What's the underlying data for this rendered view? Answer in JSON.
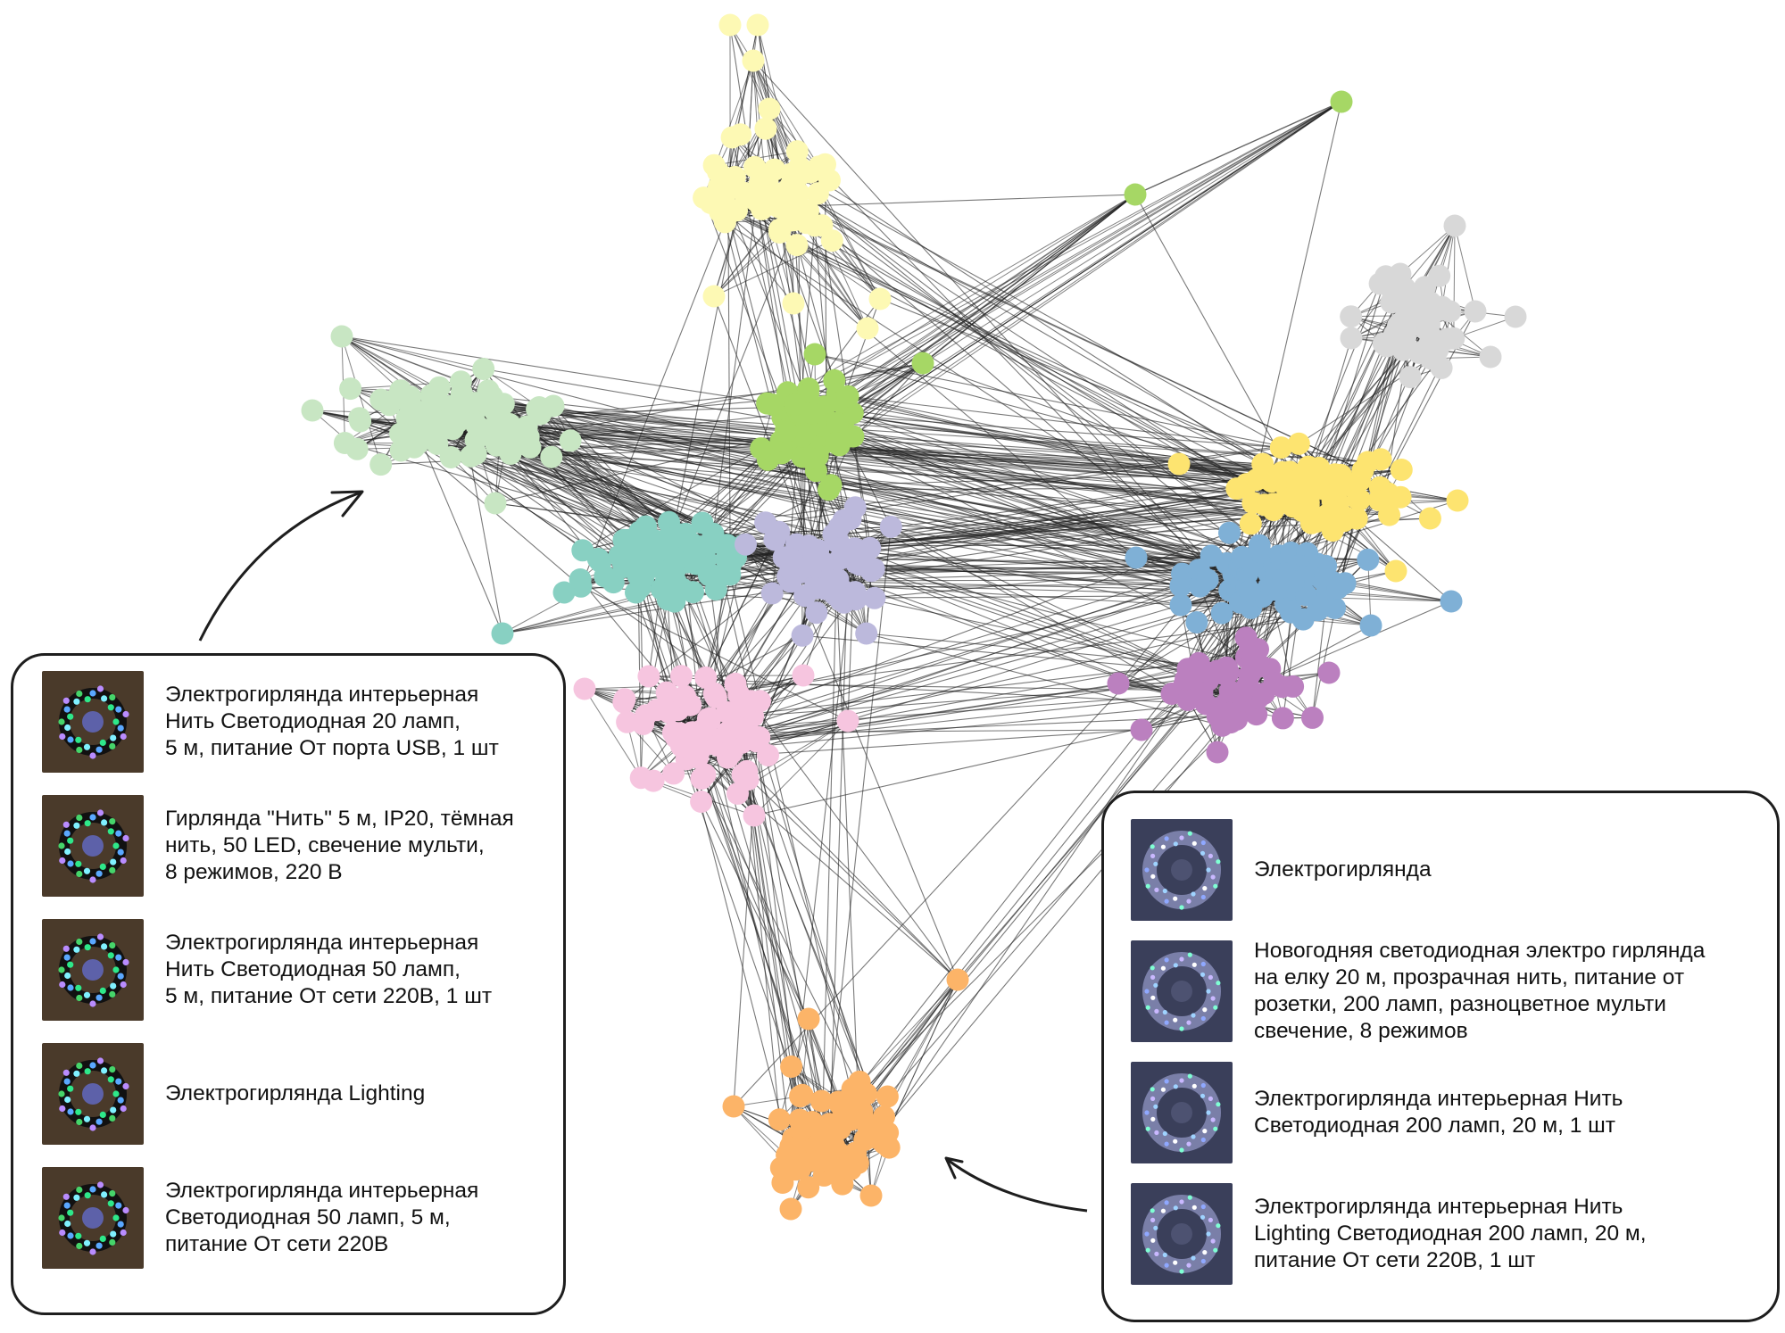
{
  "colors": {
    "light_yellow": "#fdf9b4",
    "light_green": "#c8e6c3",
    "green": "#a6d765",
    "teal": "#88d0c2",
    "lavender": "#bcb9dc",
    "pink": "#f6c5df",
    "grey": "#d8d8d8",
    "yellow": "#fde470",
    "blue": "#7fb0d6",
    "purple": "#bb80bf",
    "orange": "#fcb468",
    "edge": "#222222",
    "border": "#1e1e1e"
  },
  "left_card": {
    "items": [
      {
        "name": "Электрогирлянда интерьерная Нить Светодиодная 20 ламп, 5 м, питание От порта USB, 1 шт",
        "lines": [
          "Электрогирлянда интерьерная",
          "Нить Светодиодная 20 ламп,",
          "5 м, питание От порта USB, 1 шт"
        ],
        "icon": "garland-thumbnail-icon"
      },
      {
        "name": "Гирлянда \"Нить\" 5 м, IP20, тёмная нить, 50 LED, свечение мульти, 8 режимов, 220 В",
        "lines": [
          "Гирлянда \"Нить\" 5 м, IP20, тёмная",
          "нить, 50 LED, свечение мульти,",
          "8 режимов, 220 В"
        ],
        "icon": "garland-thumbnail-icon"
      },
      {
        "name": "Электрогирлянда интерьерная Нить Светодиодная 50 ламп, 5 м, питание От сети 220В, 1 шт",
        "lines": [
          "Электрогирлянда интерьерная",
          "Нить Светодиодная 50 ламп,",
          "5 м, питание От сети 220В, 1 шт"
        ],
        "icon": "garland-thumbnail-icon"
      },
      {
        "name": "Электрогирлянда Lighting",
        "lines": [
          "Электрогирлянда Lighting"
        ],
        "icon": "garland-thumbnail-icon"
      },
      {
        "name": "Электрогирлянда интерьерная Светодиодная 50 ламп, 5 м, питание От сети 220В",
        "lines": [
          "Электрогирлянда интерьерная",
          "Светодиодная 50 ламп, 5 м,",
          "питание От сети 220В"
        ],
        "icon": "garland-thumbnail-icon"
      }
    ]
  },
  "right_card": {
    "items": [
      {
        "name": "Электрогирлянда",
        "lines": [
          "Электрогирлянда"
        ],
        "icon": "wreath-thumbnail-icon"
      },
      {
        "name": "Новогодняя светодиодная электро гирлянда на елку 20 м, прозрачная нить, питание от розетки, 200 ламп, разноцветное мульти свечение, 8 режимов",
        "lines": [
          "Новогодняя светодиодная электро гирлянда",
          "на елку 20 м, прозрачная нить, питание от",
          "розетки, 200 ламп, разноцветное мульти",
          "свечение, 8 режимов"
        ],
        "icon": "wreath-thumbnail-icon"
      },
      {
        "name": "Электрогирлянда интерьерная Нить Светодиодная 200 ламп, 20 м, 1 шт",
        "lines": [
          "Электрогирлянда интерьерная Нить",
          "Светодиодная 200 ламп, 20 м, 1 шт"
        ],
        "icon": "wreath-thumbnail-icon"
      },
      {
        "name": "Электрогирлянда интерьерная Нить Lighting Светодиодная 200 ламп, 20 м, питание От сети 220В, 1 шт",
        "lines": [
          "Электрогирлянда интерьерная Нить",
          "Lighting Светодиодная 200 ламп, 20 м,",
          "питание От сети 220В, 1 шт"
        ],
        "icon": "wreath-thumbnail-icon"
      }
    ]
  }
}
